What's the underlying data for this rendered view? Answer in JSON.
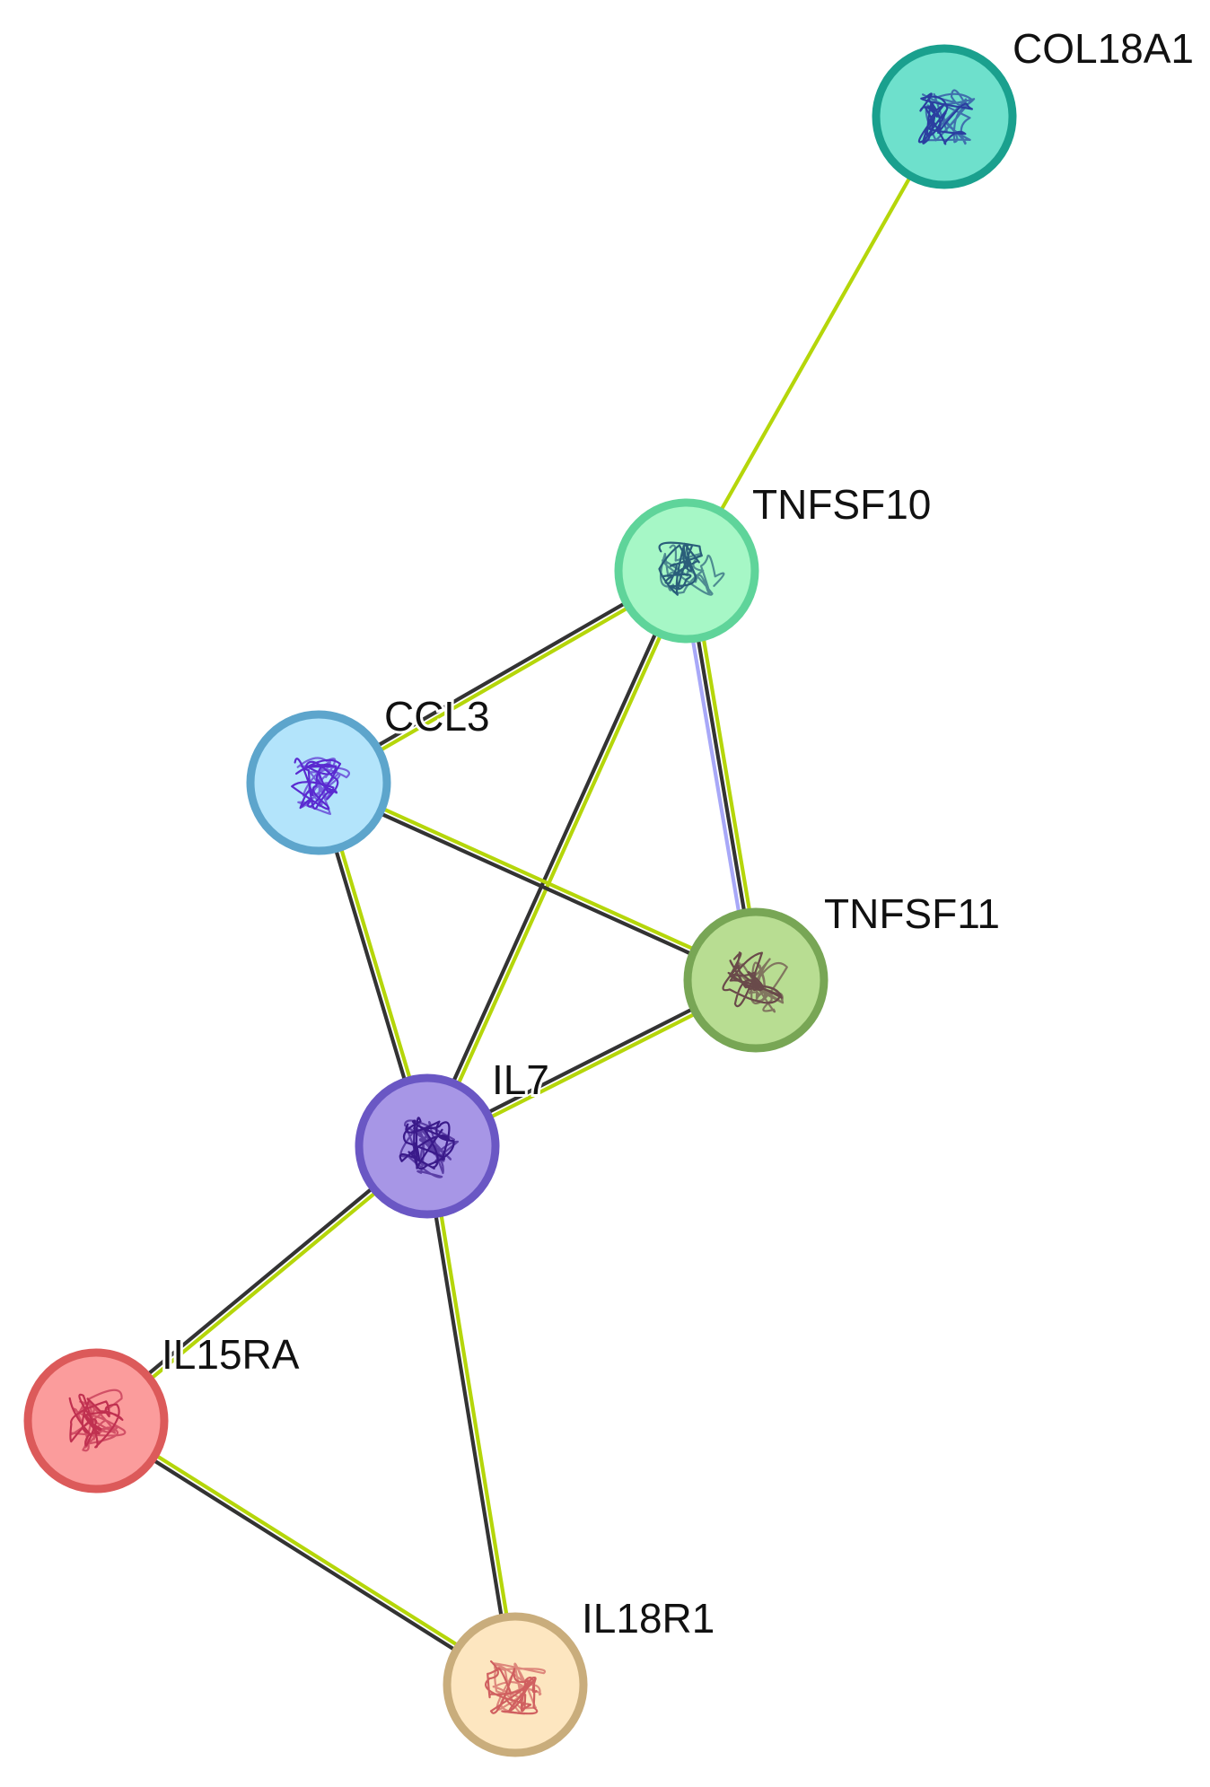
{
  "nodes": [
    {
      "id": "COL18A1",
      "label": "COL18A1",
      "fill": "#6ee0cc",
      "ring": "#1aa08e",
      "structure_color": "#2b3fa0"
    },
    {
      "id": "TNFSF10",
      "label": "TNFSF10",
      "fill": "#a6f7c6",
      "ring": "#5fd49a",
      "structure_color": "#2a5e7a"
    },
    {
      "id": "CCL3",
      "label": "CCL3",
      "fill": "#b3e4fb",
      "ring": "#5da5cc",
      "structure_color": "#5a2bd0"
    },
    {
      "id": "TNFSF11",
      "label": "TNFSF11",
      "fill": "#b8dd92",
      "ring": "#78a655",
      "structure_color": "#6a4a4a"
    },
    {
      "id": "IL7",
      "label": "IL7",
      "fill": "#a796e6",
      "ring": "#6a57c4",
      "structure_color": "#3a1a8a"
    },
    {
      "id": "IL15RA",
      "label": "IL15RA",
      "fill": "#fb9c9c",
      "ring": "#dc5a5a",
      "structure_color": "#c03050"
    },
    {
      "id": "IL18R1",
      "label": "IL18R1",
      "fill": "#fde6c0",
      "ring": "#c9ad7c",
      "structure_color": "#d06060"
    }
  ],
  "edges": [
    {
      "source": "COL18A1",
      "target": "TNFSF10",
      "evidence": [
        "textmining"
      ]
    },
    {
      "source": "TNFSF10",
      "target": "CCL3",
      "evidence": [
        "textmining",
        "coexpression"
      ]
    },
    {
      "source": "TNFSF10",
      "target": "IL7",
      "evidence": [
        "textmining",
        "coexpression"
      ]
    },
    {
      "source": "TNFSF10",
      "target": "TNFSF11",
      "evidence": [
        "textmining",
        "coexpression",
        "homology"
      ]
    },
    {
      "source": "CCL3",
      "target": "TNFSF11",
      "evidence": [
        "textmining",
        "coexpression"
      ]
    },
    {
      "source": "CCL3",
      "target": "IL7",
      "evidence": [
        "textmining",
        "coexpression"
      ]
    },
    {
      "source": "TNFSF11",
      "target": "IL7",
      "evidence": [
        "textmining",
        "coexpression"
      ]
    },
    {
      "source": "IL7",
      "target": "IL15RA",
      "evidence": [
        "textmining",
        "coexpression"
      ]
    },
    {
      "source": "IL7",
      "target": "IL18R1",
      "evidence": [
        "textmining",
        "coexpression"
      ]
    },
    {
      "source": "IL15RA",
      "target": "IL18R1",
      "evidence": [
        "textmining",
        "coexpression"
      ]
    }
  ],
  "evidence_colors": {
    "textmining": "#b5d60a",
    "coexpression": "#333333",
    "homology": "#a8a8f8"
  }
}
